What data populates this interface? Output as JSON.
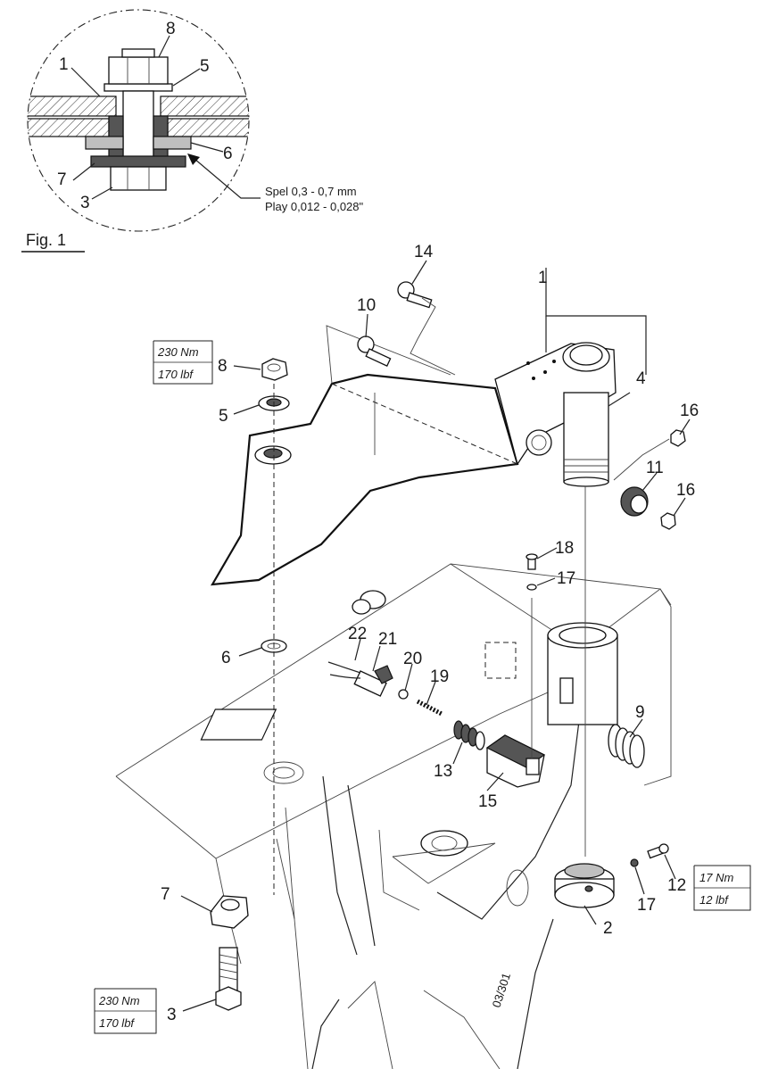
{
  "figure_label": "Fig. 1",
  "detail": {
    "callouts": [
      "8",
      "1",
      "5",
      "6",
      "7",
      "3"
    ],
    "note_line1": "Spel 0,3 - 0,7 mm",
    "note_line2": "Play 0,012 - 0,028\""
  },
  "torque": {
    "nut_8": {
      "nm": "230 Nm",
      "lbf": "170 lbf"
    },
    "bolt_3": {
      "nm": "230 Nm",
      "lbf": "170 lbf"
    },
    "screw_12": {
      "nm": "17 Nm",
      "lbf": "12 lbf"
    }
  },
  "callouts": {
    "c1": "1",
    "c2": "2",
    "c3": "3",
    "c4": "4",
    "c5": "5",
    "c6": "6",
    "c7": "7",
    "c8": "8",
    "c9": "9",
    "c10": "10",
    "c11": "11",
    "c12": "12",
    "c13": "13",
    "c14": "14",
    "c15": "15",
    "c16a": "16",
    "c16b": "16",
    "c17a": "17",
    "c17b": "17",
    "c18": "18",
    "c19": "19",
    "c20": "20",
    "c21": "21",
    "c22": "22"
  },
  "drawing_number": "03/301"
}
